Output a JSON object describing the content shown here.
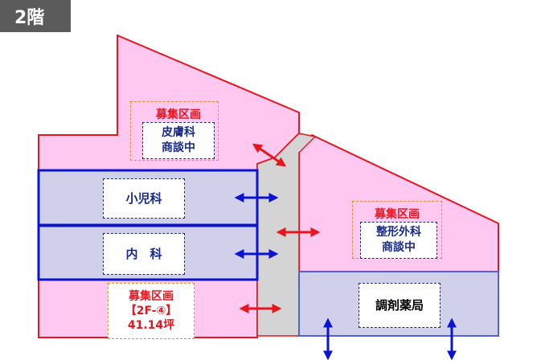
{
  "floor_label": "2階",
  "recruit_label": "募集区画",
  "rooms": {
    "derm_line1": "皮膚科",
    "derm_line2": "商談中",
    "pediatrics": "小児科",
    "internal_medicine": "内　科",
    "ortho_line1": "整形外科",
    "ortho_line2": "商談中",
    "pharmacy": "調剤薬局",
    "vacant_code": "【2F-④】",
    "vacant_area": "41.14坪"
  },
  "colors": {
    "pink_fill": "#ffc8f0",
    "blue_fill": "#d0d0ea",
    "corridor": "#d4d4d4",
    "red": "#e8141e",
    "blue": "#0a14d0"
  }
}
